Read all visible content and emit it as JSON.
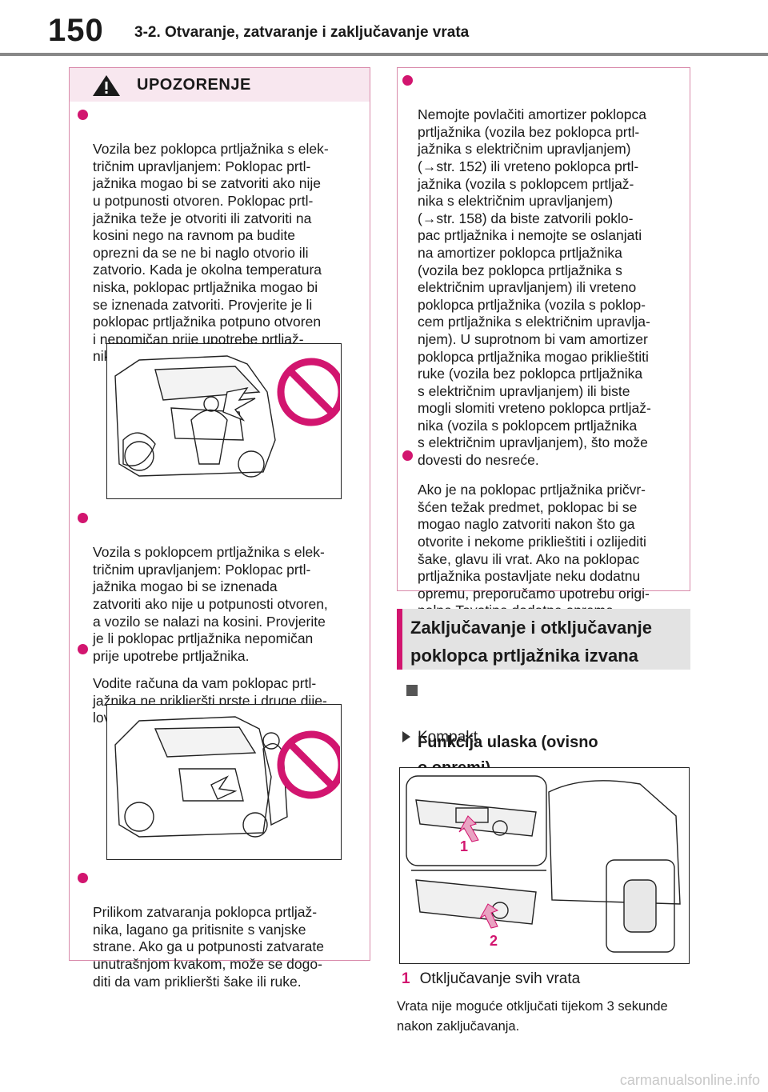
{
  "header": {
    "page_number": "150",
    "section_title": "3-2. Otvaranje, zatvaranje i zaključavanje vrata"
  },
  "warning": {
    "title": "UPOZORENJE",
    "left_bullets": [
      "Vozila bez poklopca prtljažnika s elek-\ntričnim upravljanjem: Poklopac prtl-\njažnika mogao bi se zatvoriti ako nije\nu potpunosti otvoren. Poklopac prtl-\njažnika teže je otvoriti ili zatvoriti na\nkosini nego na ravnom pa budite\noprezni da se ne bi naglo otvorio ili\nzatvorio. Kada je okolna temperatura\nniska, poklopac prtljažnika mogao bi\nse iznenada zatvoriti. Provjerite je li\npoklopac prtljažnika potpuno otvoren\ni nepomičan prije upotrebe prtljaž-\nnika.",
      "Vozila s poklopcem prtljažnika s elek-\ntričnim upravljanjem: Poklopac prtl-\njažnika mogao bi se iznenada\nzatvoriti ako nije u potpunosti otvoren,\na vozilo se nalazi na kosini. Provjerite\nje li poklopac prtljažnika nepomičan\nprije upotrebe prtljažnika.",
      "Vodite računa da vam poklopac prtl-\njažnika ne priklieršti prste i druge dije-\nlove tijela prilikom zatvaranja.",
      "Prilikom zatvaranja poklopca prtljaž-\nnika, lagano ga pritisnite s vanjske\nstrane. Ako ga u potpunosti zatvarate\nunutrašnjom kvakom, može se dogo-\nditi da vam priklieršti šake ili ruke."
    ],
    "right_bullets": [
      "Nemojte povlačiti amortizer poklopca\nprtljažnika (vozila bez poklopca prtl-\njažnika s električnim upravljanjem)\n(→str. 152) ili vreteno poklopca prtl-\njažnika (vozila s poklopcem prtljaž-\nnika s električnim upravljanjem)\n(→str. 158) da biste zatvorili poklo-\npac prtljažnika i nemojte se oslanjati\nna amortizer poklopca prtljažnika\n(vozila bez poklopca prtljažnika s\nelektričnim upravljanjem) ili vreteno\npoklopca prtljažnika (vozila s poklop-\ncem prtljažnika s električnim upravlja-\nnjem). U suprotnom bi vam amortizer\npoklopca prtljažnika mogao priklieštiti\nruke (vozila bez poklopca prtljažnika\ns električnim upravljanjem) ili biste\nmogli slomiti vreteno poklopca prtljaž-\nnika (vozila s poklopcem prtljažnika\ns električnim upravljanjem), što može\ndovesti do nesreće.",
      "Ako je na poklopac prtljažnika pričvr-\nšćen težak predmet, poklopac bi se\nmogao naglo zatvoriti nakon što ga\notvorite i nekome priklieštiti i ozlijediti\nšake, glavu ili vrat. Ako na poklopac\nprtljažnika postavljate neku dodatnu\nopremu, preporučamo upotrebu origi-\nnalne Toyotine dodatne opreme."
    ]
  },
  "section": {
    "heading": "Zaključavanje i otključavanje\npoklopca prtljažnika izvana",
    "subheading": "Funkcija ulaska (ovisno\no opremi)",
    "variant": "Kompakt",
    "callouts": [
      "1",
      "2"
    ],
    "item_number": "1",
    "item_text": "Otključavanje svih vrata",
    "note": "Vrata nije moguće otključati tijekom 3 sekunde nakon zaključavanja."
  },
  "footer": {
    "watermark": "carmanualsonline.info"
  },
  "colors": {
    "accent": "#d2156f",
    "warning_border": "#d98bab",
    "warning_header_bg": "#f8e7ef"
  }
}
